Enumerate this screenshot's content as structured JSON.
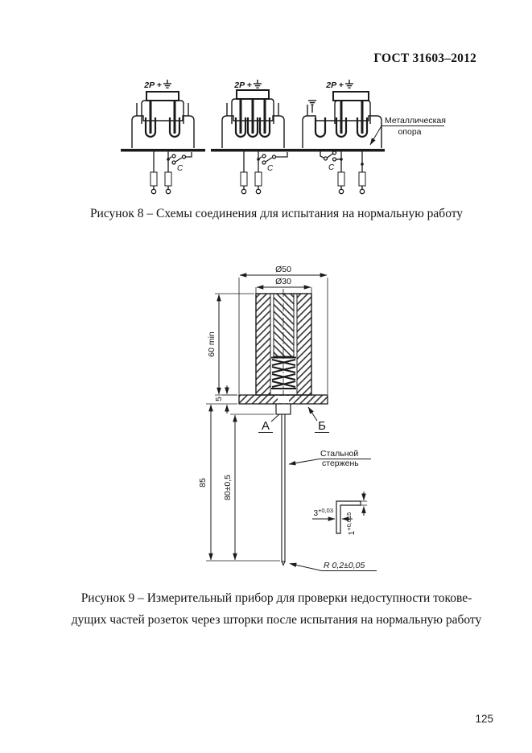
{
  "page": {
    "header": "ГОСТ 31603–2012",
    "page_number": "125"
  },
  "figure8": {
    "plug_label": "2P +",
    "switch_label": "C",
    "support_label_line1": "Металлическая",
    "support_label_line2": "опора",
    "caption": "Рисунок 8 – Схемы соединения для испытания на нормальную работу"
  },
  "figure9": {
    "dims": {
      "dia_outer": "Ø50",
      "dia_inner": "Ø30",
      "height_min": "60 min",
      "flange_thickness": "5",
      "rod_total": "85",
      "rod_length": "80±0,5",
      "tip_width": "3",
      "tip_width_tol": "+0,03",
      "tip_thickness": "1",
      "tip_thickness_tol": "+0,015",
      "tip_radius": "R 0,2±0,05"
    },
    "labels": {
      "part_a": "А",
      "part_b": "Б",
      "rod_line1": "Стальной",
      "rod_line2": "стержень"
    },
    "caption_line1": "Рисунок 9 – Измерительный прибор для проверки недоступности токове-",
    "caption_line2": "дущих частей розеток через шторки после испытания на нормальную работу"
  }
}
